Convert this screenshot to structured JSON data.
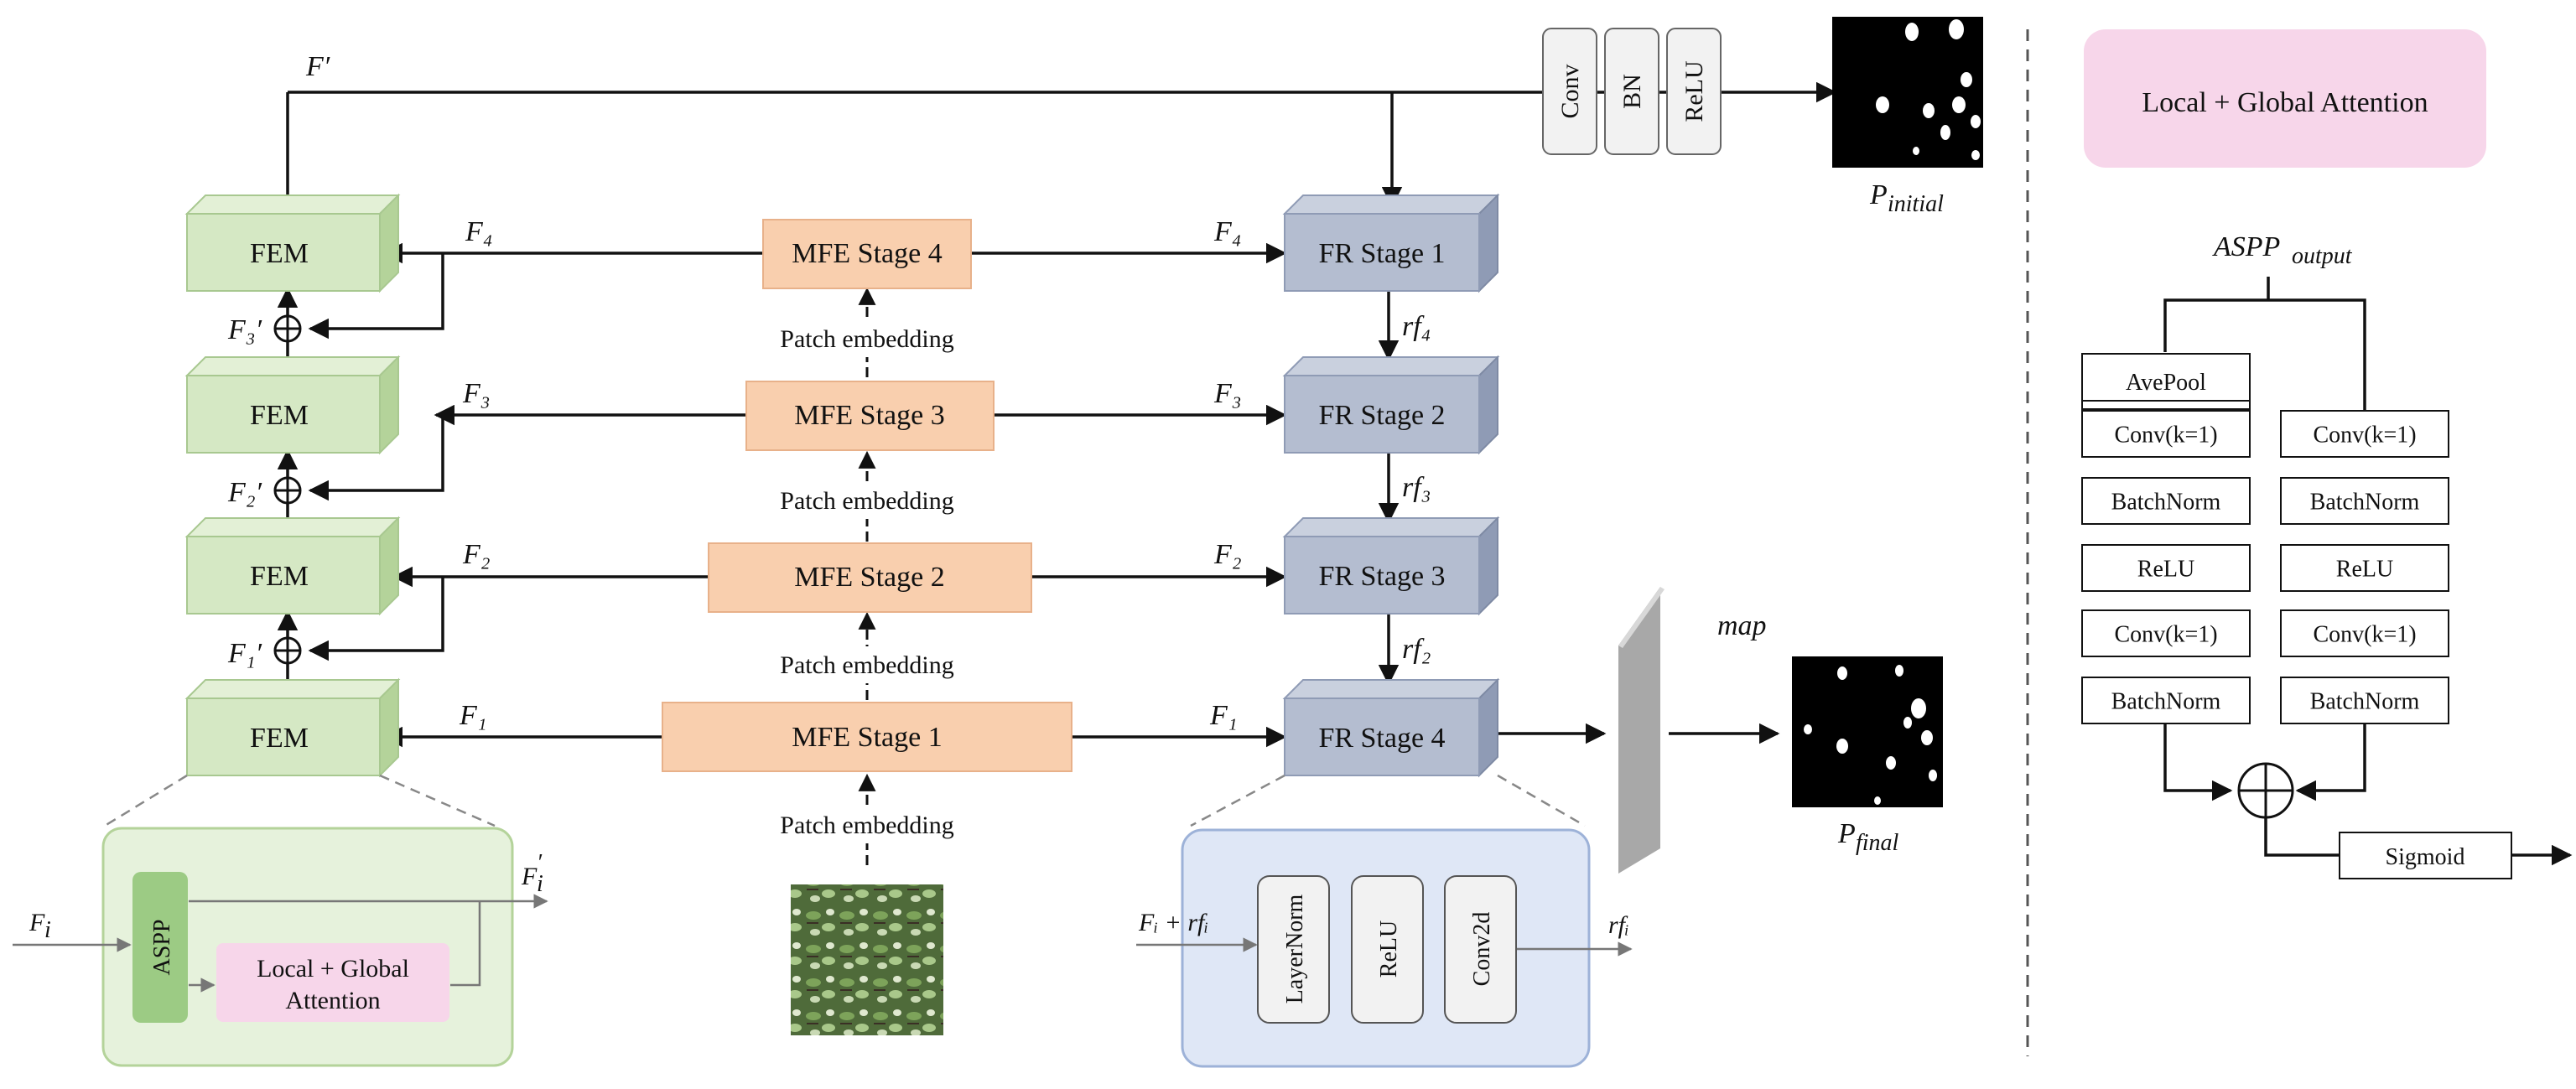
{
  "colors": {
    "fem_fill": "#d5e8c4",
    "fem_side": "#b4d39a",
    "mfe_fill": "#f9cfae",
    "fr_fill": "#b4bdd0",
    "fr_side": "#8f9bb5",
    "fem_detail_bg": "#e6f2dc",
    "fr_detail_bg": "#dfe7f6",
    "attention_fill": "#f7d6ea",
    "aspp_fill": "#9ccb84"
  },
  "fem_blocks": [
    {
      "label": "FEM"
    },
    {
      "label": "FEM"
    },
    {
      "label": "FEM"
    },
    {
      "label": "FEM"
    }
  ],
  "mfe_stages": [
    {
      "label": "MFE Stage 4"
    },
    {
      "label": "MFE Stage 3"
    },
    {
      "label": "MFE Stage 2"
    },
    {
      "label": "MFE Stage 1"
    }
  ],
  "fr_stages": [
    {
      "label": "FR Stage 1"
    },
    {
      "label": "FR Stage 2"
    },
    {
      "label": "FR Stage 3"
    },
    {
      "label": "FR Stage 4"
    }
  ],
  "patch_embedding": "Patch embedding",
  "feature_labels": {
    "f4": "F₄",
    "f3": "F₃",
    "f2": "F₂",
    "f1": "F₁",
    "f_prime": "F′",
    "f3p": "F₃′",
    "f2p": "F₂′",
    "f1p": "F₁′",
    "rf4": "rf₄",
    "rf3": "rf₃",
    "rf2": "rf₂"
  },
  "head_ops": [
    "Conv",
    "BN",
    "ReLU"
  ],
  "outputs": {
    "p_initial": "P",
    "p_initial_sub": "initial",
    "p_final": "P",
    "p_final_sub": "final",
    "map": "map"
  },
  "fem_detail": {
    "input": "F",
    "input_sub": "i",
    "output": "F",
    "output_sub": "i",
    "aspp": "ASPP",
    "attention_line1": "Local + Global",
    "attention_line2": "Attention"
  },
  "fr_detail": {
    "input": "Fᵢ + rfᵢ",
    "output": "rfᵢ",
    "ops": [
      "LayerNorm",
      "ReLU",
      "Conv2d"
    ]
  },
  "right_panel": {
    "legend": "Local + Global Attention",
    "aspp_output": "ASPP",
    "aspp_output_sub": "output",
    "left_branch": [
      "AvePool",
      "Conv(k=1)",
      "BatchNorm",
      "ReLU",
      "Conv(k=1)",
      "BatchNorm"
    ],
    "right_branch": [
      "Conv(k=1)",
      "BatchNorm",
      "ReLU",
      "Conv(k=1)",
      "BatchNorm"
    ],
    "sigmoid": "Sigmoid"
  }
}
